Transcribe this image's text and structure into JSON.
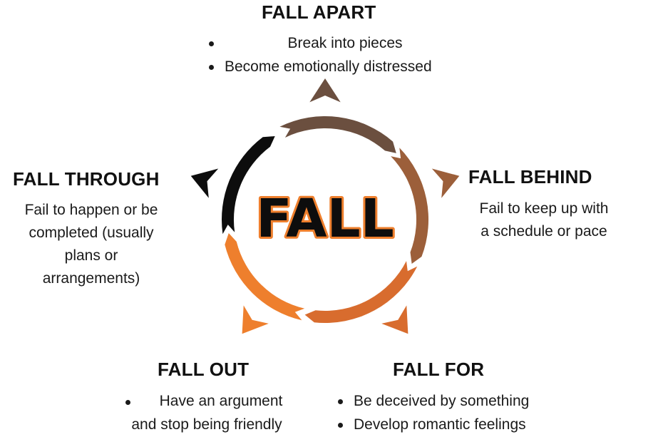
{
  "center": {
    "word": "FALL"
  },
  "colors": {
    "top_arc": "#6b4f3f",
    "right_arc": "#9c5f3a",
    "bottom_right_arc": "#d86c2e",
    "bottom_left_arc": "#ee7f2d",
    "left_arc": "#0d0d0d",
    "center_fill": "#0d0d0d",
    "center_outline": "#ee7f2d"
  },
  "sections": {
    "fall_apart": {
      "title": "FALL APART",
      "bullets": [
        "Break into pieces",
        "Become emotionally distressed"
      ]
    },
    "fall_behind": {
      "title": "FALL BEHIND",
      "lines": [
        "Fail to keep up with",
        "a schedule or pace"
      ]
    },
    "fall_for": {
      "title": "FALL FOR",
      "bullets": [
        "Be deceived by something",
        "Develop romantic feelings"
      ]
    },
    "fall_out": {
      "title": "FALL OUT",
      "lines": [
        "Have an argument",
        "and stop being friendly"
      ]
    },
    "fall_through": {
      "title": "FALL THROUGH",
      "lines": [
        "Fail to happen or be",
        "completed (usually",
        "plans or",
        "arrangements)"
      ]
    }
  }
}
